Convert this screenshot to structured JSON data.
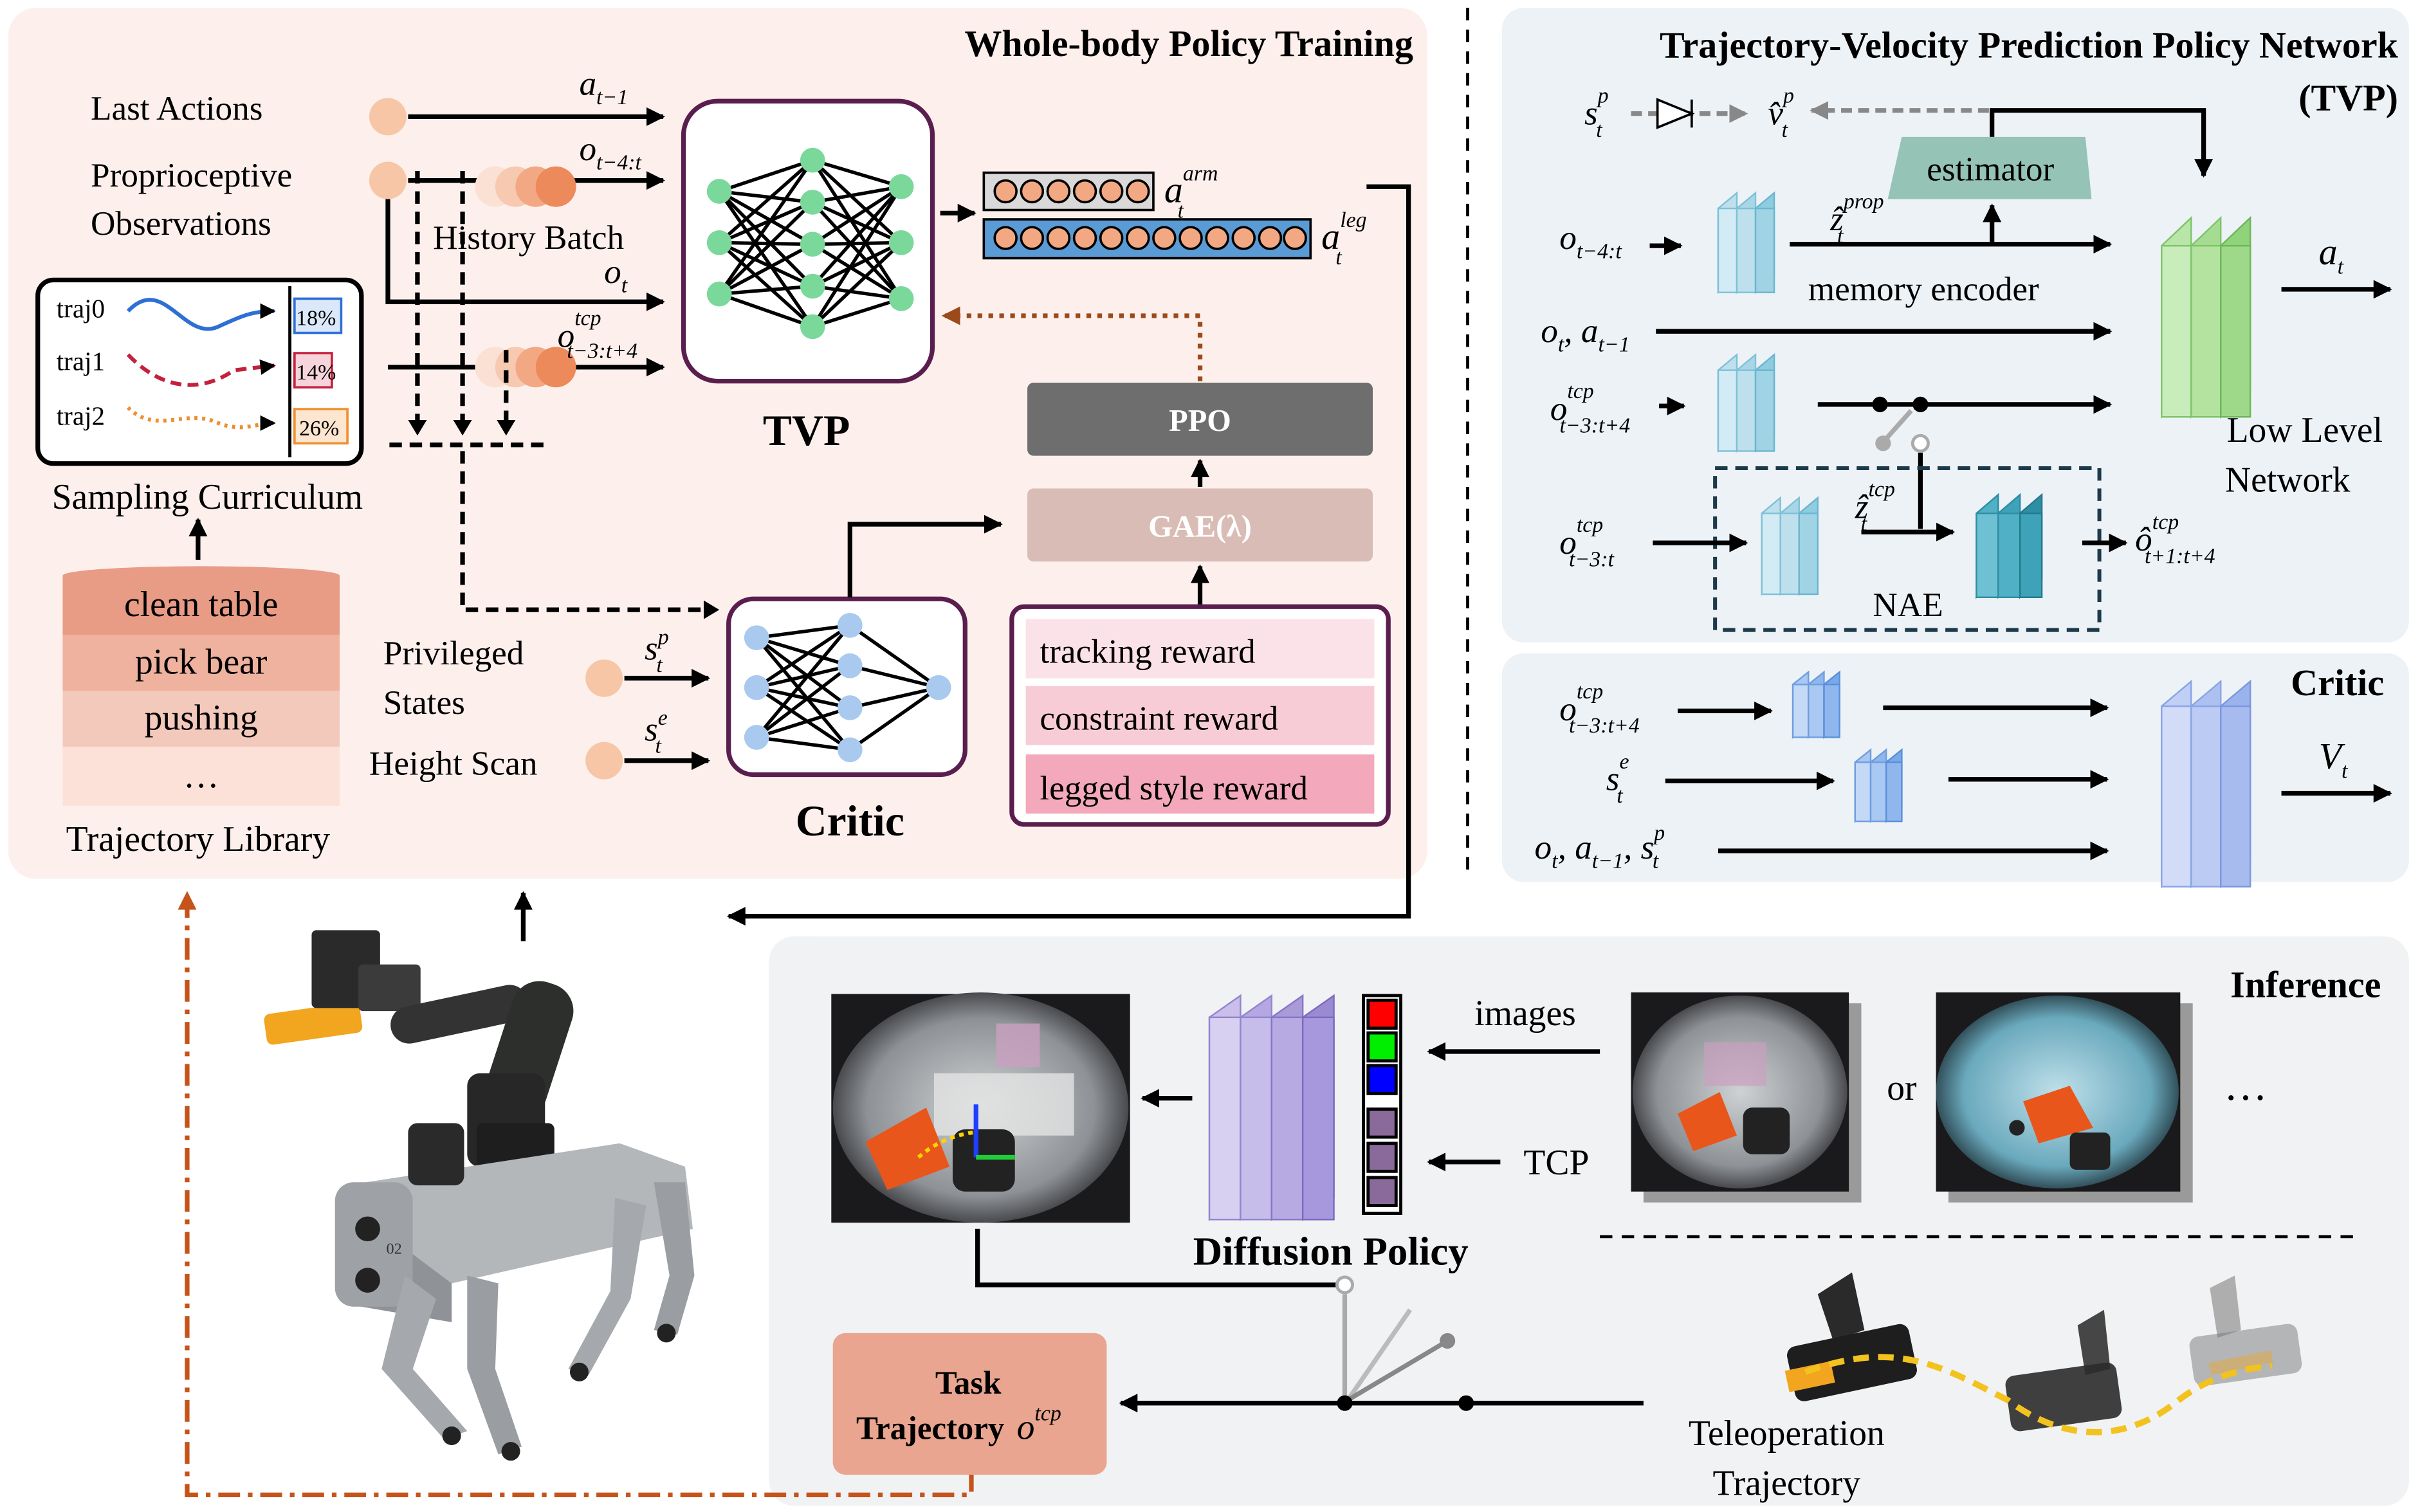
{
  "training": {
    "title": "Whole-body Policy Training",
    "last_actions": "Last Actions",
    "proprio_1": "Proprioceptive",
    "proprio_2": "Observations",
    "history_batch": "History Batch",
    "a_prev": "a",
    "a_prev_sub": "t−1",
    "o_hist": "o",
    "o_hist_sub": "t−4:t",
    "o_t": "o",
    "o_t_sub": "t",
    "o_tcp": "o",
    "o_tcp_sup": "tcp",
    "o_tcp_sub": "t−3:t+4",
    "tvp_label": "TVP",
    "a_arm": "a",
    "a_arm_sup": "arm",
    "a_arm_sub": "t",
    "a_leg": "a",
    "a_leg_sup": "leg",
    "a_leg_sub": "t",
    "ppo": "PPO",
    "gae": "GAE(λ)",
    "rewards": [
      "tracking reward",
      "constraint reward",
      "legged style reward"
    ],
    "privileged_1": "Privileged",
    "privileged_2": "States",
    "height_scan": "Height Scan",
    "s_p": "s",
    "s_p_sup": "p",
    "s_p_sub": "t",
    "s_e": "s",
    "s_e_sup": "e",
    "s_e_sub": "t",
    "critic_label": "Critic"
  },
  "curriculum": {
    "trajs": [
      {
        "name": "traj0",
        "pct": "18%"
      },
      {
        "name": "traj1",
        "pct": "14%"
      },
      {
        "name": "traj2",
        "pct": "26%"
      }
    ],
    "label": "Sampling Curriculum"
  },
  "library": {
    "items": [
      "clean table",
      "pick bear",
      "pushing",
      "…"
    ],
    "label": "Trajectory Library"
  },
  "tvp_panel": {
    "title_1": "Trajectory-Velocity Prediction Policy Network",
    "title_2": "(TVP)",
    "estimator": "estimator",
    "memory_encoder": "memory encoder",
    "low_level_1": "Low Level",
    "low_level_2": "Network",
    "nae": "NAE",
    "s_p": "s",
    "s_p_sup": "p",
    "s_p_sub": "t",
    "v_hat": "v̂",
    "v_hat_sup": "p",
    "v_hat_sub": "t",
    "z_prop": "ẑ",
    "z_prop_sup": "prop",
    "z_prop_sub": "t",
    "o_hist": "o",
    "o_hist_sub": "t−4:t",
    "o_a_1": "o",
    "o_a_1_sub": "t",
    "o_a_2": ", a",
    "o_a_2_sub": "t−1",
    "o_tcp": "o",
    "o_tcp_sup": "tcp",
    "o_tcp_sub": "t−3:t+4",
    "o_tcp_hist": "o",
    "o_tcp_hist_sup": "tcp",
    "o_tcp_hist_sub": "t−3:t",
    "z_tcp": "ẑ",
    "z_tcp_sup": "tcp",
    "z_tcp_sub": "t",
    "o_hat_tcp": "ô",
    "o_hat_tcp_sup": "tcp",
    "o_hat_tcp_sub": "t+1:t+4",
    "a_t": "a",
    "a_t_sub": "t"
  },
  "critic_panel": {
    "title": "Critic",
    "o_tcp": "o",
    "o_tcp_sup": "tcp",
    "o_tcp_sub": "t−3:t+4",
    "s_e": "s",
    "s_e_sup": "e",
    "s_e_sub": "t",
    "last_1": "o",
    "last_1_sub": "t",
    "last_2": ", a",
    "last_2_sub": "t−1",
    "last_3": ", s",
    "last_3_sup": "p",
    "last_3_sub": "t",
    "v_t": "V",
    "v_t_sub": "t"
  },
  "inference": {
    "title": "Inference",
    "images": "images",
    "tcp": "TCP",
    "or": "or",
    "ellipsis": "…",
    "diffusion_policy": "Diffusion Policy",
    "task_1": "Task",
    "task_2": "Trajectory",
    "task_o": "o",
    "task_o_sup": "tcp",
    "teleop_1": "Teleoperation",
    "teleop_2": "Trajectory"
  },
  "colors": {
    "training_bg": "#fdf0ec",
    "panel_bg": "#edf2f6",
    "inference_bg": "#f1f2f4",
    "peach_node": "#f6c6a6",
    "green_node": "#7bd89b",
    "blue_node": "#a9c9ee",
    "ppo": "#6e6e6e",
    "gae": "#d9bcb5",
    "reward_border": "#5a1e4e",
    "reward_pink": "#f8d0db",
    "library_dark": "#e89b85",
    "library_light": "#f3c9bb",
    "task_box": "#e9a58f",
    "estimator": "#95c3b6",
    "encoder_blue": "#8ecde0",
    "nae_teal": "#4fb0c6",
    "low_level_green": "#8fd47a",
    "critic_blue": "#9ab3ec",
    "diffusion_purple": "#a99ad8",
    "orange_dashdot": "#c6531a",
    "brown_dotted": "#9b4a1c"
  }
}
